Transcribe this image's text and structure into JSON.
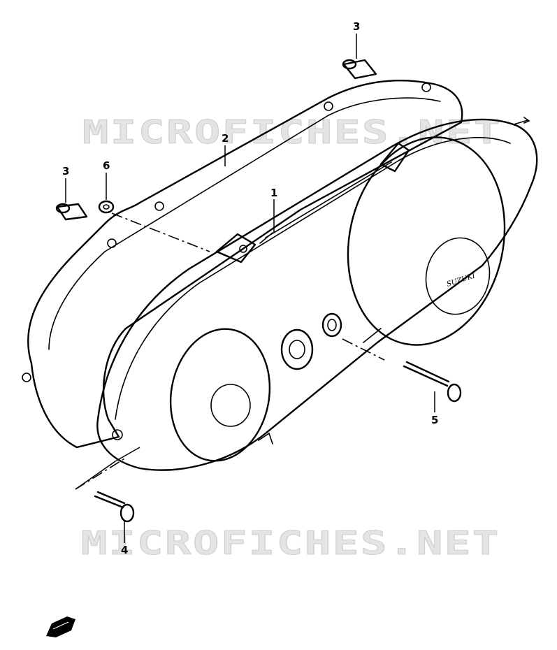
{
  "watermark": {
    "text": "MICROFICHES.NET"
  },
  "cover": {
    "logo_text": "SUZUKI"
  },
  "callouts": {
    "cover": "1",
    "gasket": "2",
    "dowel_top": "3",
    "dowel_left": "3",
    "bolt_short": "4",
    "bolt_long": "5",
    "washer": "6"
  }
}
